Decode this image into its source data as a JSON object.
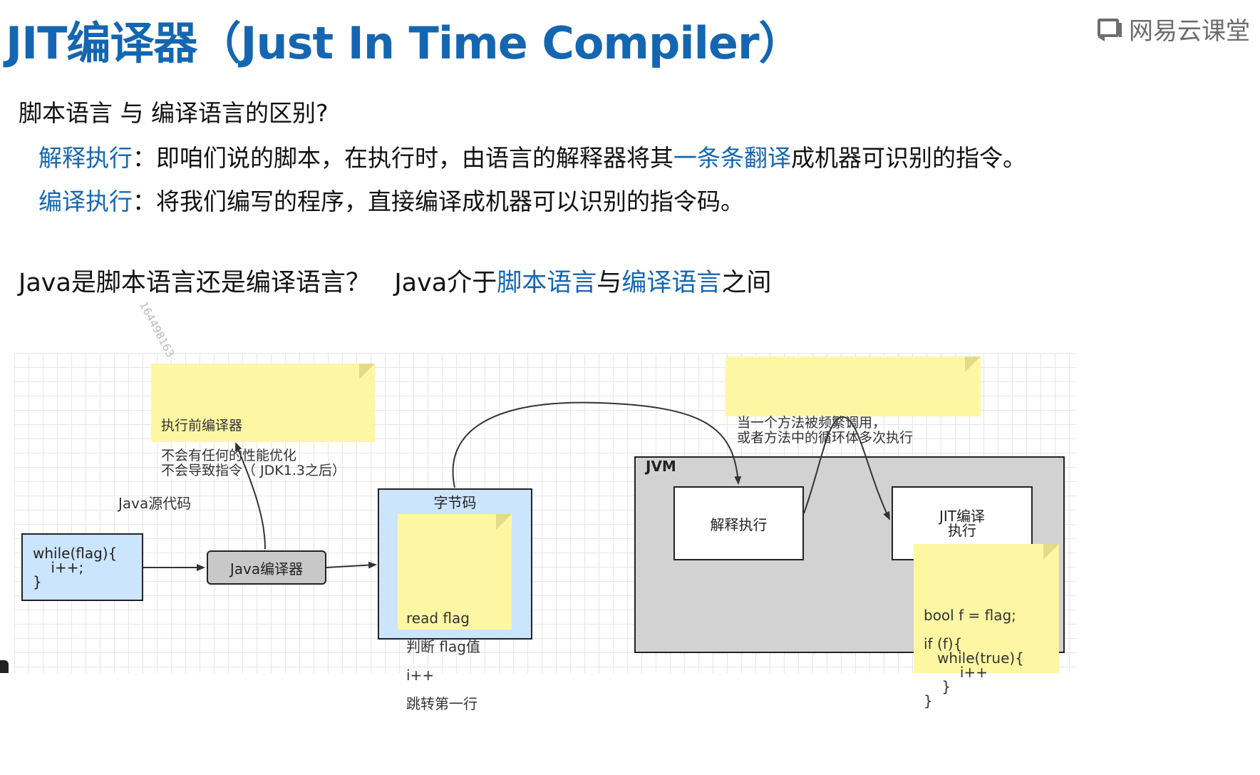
{
  "title": "JIT编译器（Just In Time Compiler）",
  "logo": {
    "icon": "book-icon",
    "text": "网易云课堂"
  },
  "question": "脚本语言 与 编译语言的区别?",
  "interpret": {
    "term": "解释执行",
    "sep": "：",
    "text_a": "即咱们说的脚本，在执行时，由语言的解释器将其",
    "highlight": "一条条翻译",
    "text_b": "成机器可识别的指令。"
  },
  "compile": {
    "term": "编译执行",
    "sep": "：",
    "text": "将我们编写的程序，直接编译成机器可以识别的指令码。"
  },
  "java_line": {
    "q": "Java是脚本语言还是编译语言？",
    "a_prefix": "Java介于",
    "hl1": "脚本语言",
    "mid": "与",
    "hl2": "编译语言",
    "suffix": "之间"
  },
  "watermark": "164498163",
  "diagram": {
    "note_compiler": "执行前编译器\n\n不会有任何的性能优化\n不会导致指令（ JDK1.3之后）",
    "note_hot": "当一个方法被频繁调用，\n或者方法中的循环体多次执行",
    "source_label": "Java源代码",
    "source_code": "while(flag){\n    i++;\n}",
    "compiler": "Java编译器",
    "bytecode_title": "字节码",
    "bytecode_lines": [
      "read flag",
      "判断 flag值",
      "i++",
      "跳转第一行"
    ],
    "jvm_label": "JVM",
    "interp_box": "解释执行",
    "jit_box": "JIT编译\n执行",
    "jit_code": "bool f = flag;\n\nif (f){\n   while(true){\n        i++\n    }\n}"
  },
  "colors": {
    "accent": "#1566b1",
    "note": "#fdf7a3",
    "code_box": "#cce5ff",
    "jvm_bg": "#d2d2d2",
    "compiler_bg": "#c8c8c8"
  }
}
